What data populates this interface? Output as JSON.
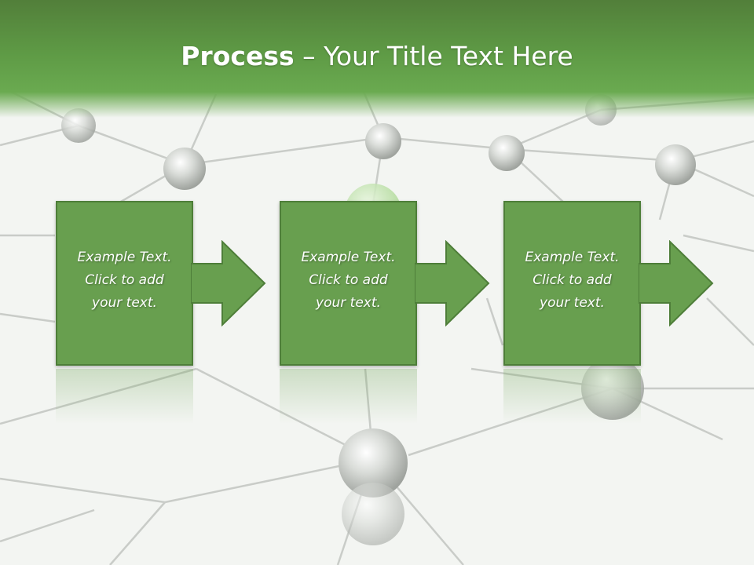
{
  "slide": {
    "title_bold": "Process",
    "title_rest": " – Your Title Text Here",
    "steps": [
      {
        "line1": "Example Text.",
        "line2": "Click  to add",
        "line3": "your text."
      },
      {
        "line1": "Example Text.",
        "line2": "Click  to add",
        "line3": "your text."
      },
      {
        "line1": "Example Text.",
        "line2": "Click  to add",
        "line3": "your text."
      }
    ]
  },
  "colors": {
    "header_green": "#5e9a45",
    "box_fill": "#689f4f",
    "box_border": "#4e7e39",
    "background": "#f3f5f2"
  }
}
